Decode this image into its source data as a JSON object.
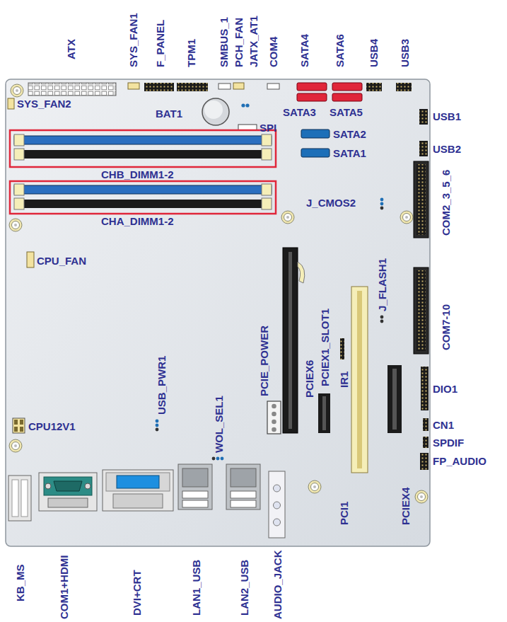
{
  "diagram": {
    "labels": [
      "ATX",
      "SYS_FAN1",
      "F_PANEL",
      "TPM1",
      "SMBUS_1",
      "PCH_FAN",
      "JATX_AT1",
      "COM4",
      "SATA4",
      "SATA6",
      "USB4",
      "USB3",
      "SYS_FAN2",
      "BAT1",
      "SPI",
      "SATA3",
      "SATA5",
      "SATA2",
      "SATA1",
      "USB1",
      "USB2",
      "CHB_DIMM1-2",
      "CHA_DIMM1-2",
      "J_CMOS2",
      "COM2_3_5_6",
      "CPU_FAN",
      "PCIEX6",
      "PCIEX1_SLOT1",
      "J_FLASH1",
      "IR1",
      "COM7-10",
      "DIO1",
      "USB_PWR1",
      "PCIE_POWER",
      "CPU12V1",
      "WOL_SEL1",
      "CN1",
      "PCI1",
      "PCIEX4",
      "SPDIF",
      "FP_AUDIO",
      "KB_MS",
      "COM1+HDMI",
      "DVI+CRT",
      "LAN1_USB",
      "LAN2_USB",
      "AUDIO_JACK"
    ]
  }
}
